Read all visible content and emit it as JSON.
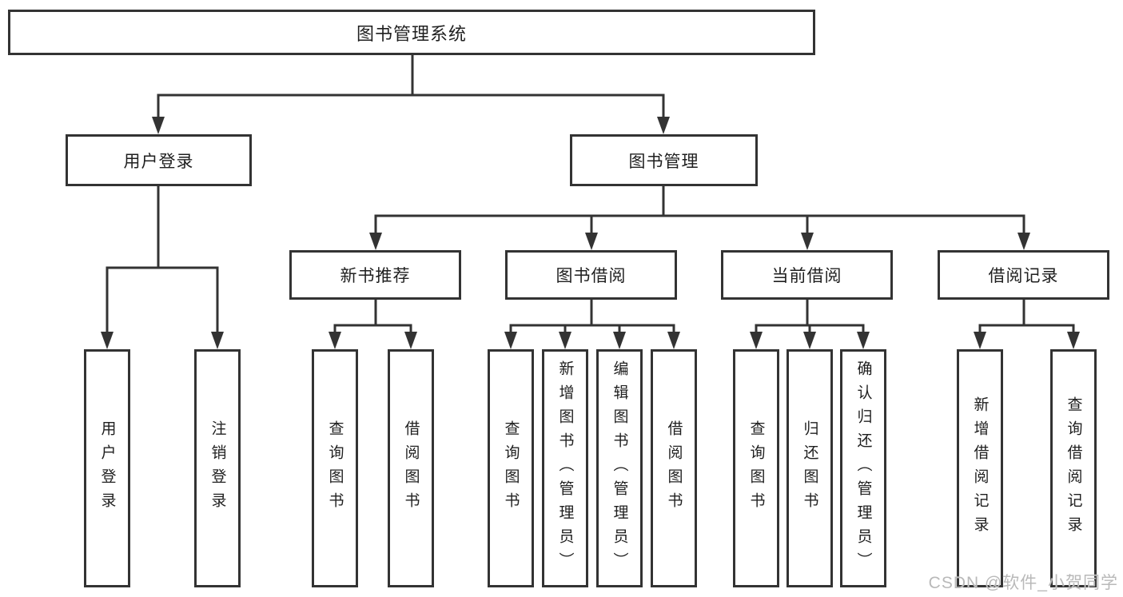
{
  "diagram": {
    "type": "hierarchy-tree",
    "root": {
      "label": "图书管理系统"
    },
    "level2": [
      {
        "label": "用户登录"
      },
      {
        "label": "图书管理"
      }
    ],
    "level3": [
      {
        "label": "新书推荐"
      },
      {
        "label": "图书借阅"
      },
      {
        "label": "当前借阅"
      },
      {
        "label": "借阅记录"
      }
    ],
    "leaves": {
      "user_login": [
        {
          "label": "用户登录"
        },
        {
          "label": "注销登录"
        }
      ],
      "new_book": [
        {
          "label": "查询图书"
        },
        {
          "label": "借阅图书"
        }
      ],
      "book_borrow": [
        {
          "label": "查询图书"
        },
        {
          "label": "新增图书（管理员）"
        },
        {
          "label": "编辑图书（管理员）"
        },
        {
          "label": "借阅图书"
        }
      ],
      "current_borrow": [
        {
          "label": "查询图书"
        },
        {
          "label": "归还图书"
        },
        {
          "label": "确认归还（管理员）"
        }
      ],
      "records": [
        {
          "label": "新增借阅记录"
        },
        {
          "label": "查询借阅记录"
        }
      ]
    }
  },
  "watermark": {
    "text": "CSDN @软件_小贺同学"
  },
  "colors": {
    "line": "#333333",
    "box_border": "#333333",
    "text": "#1f1f1f",
    "background": "#ffffff",
    "watermark": "#b9b9b9"
  }
}
